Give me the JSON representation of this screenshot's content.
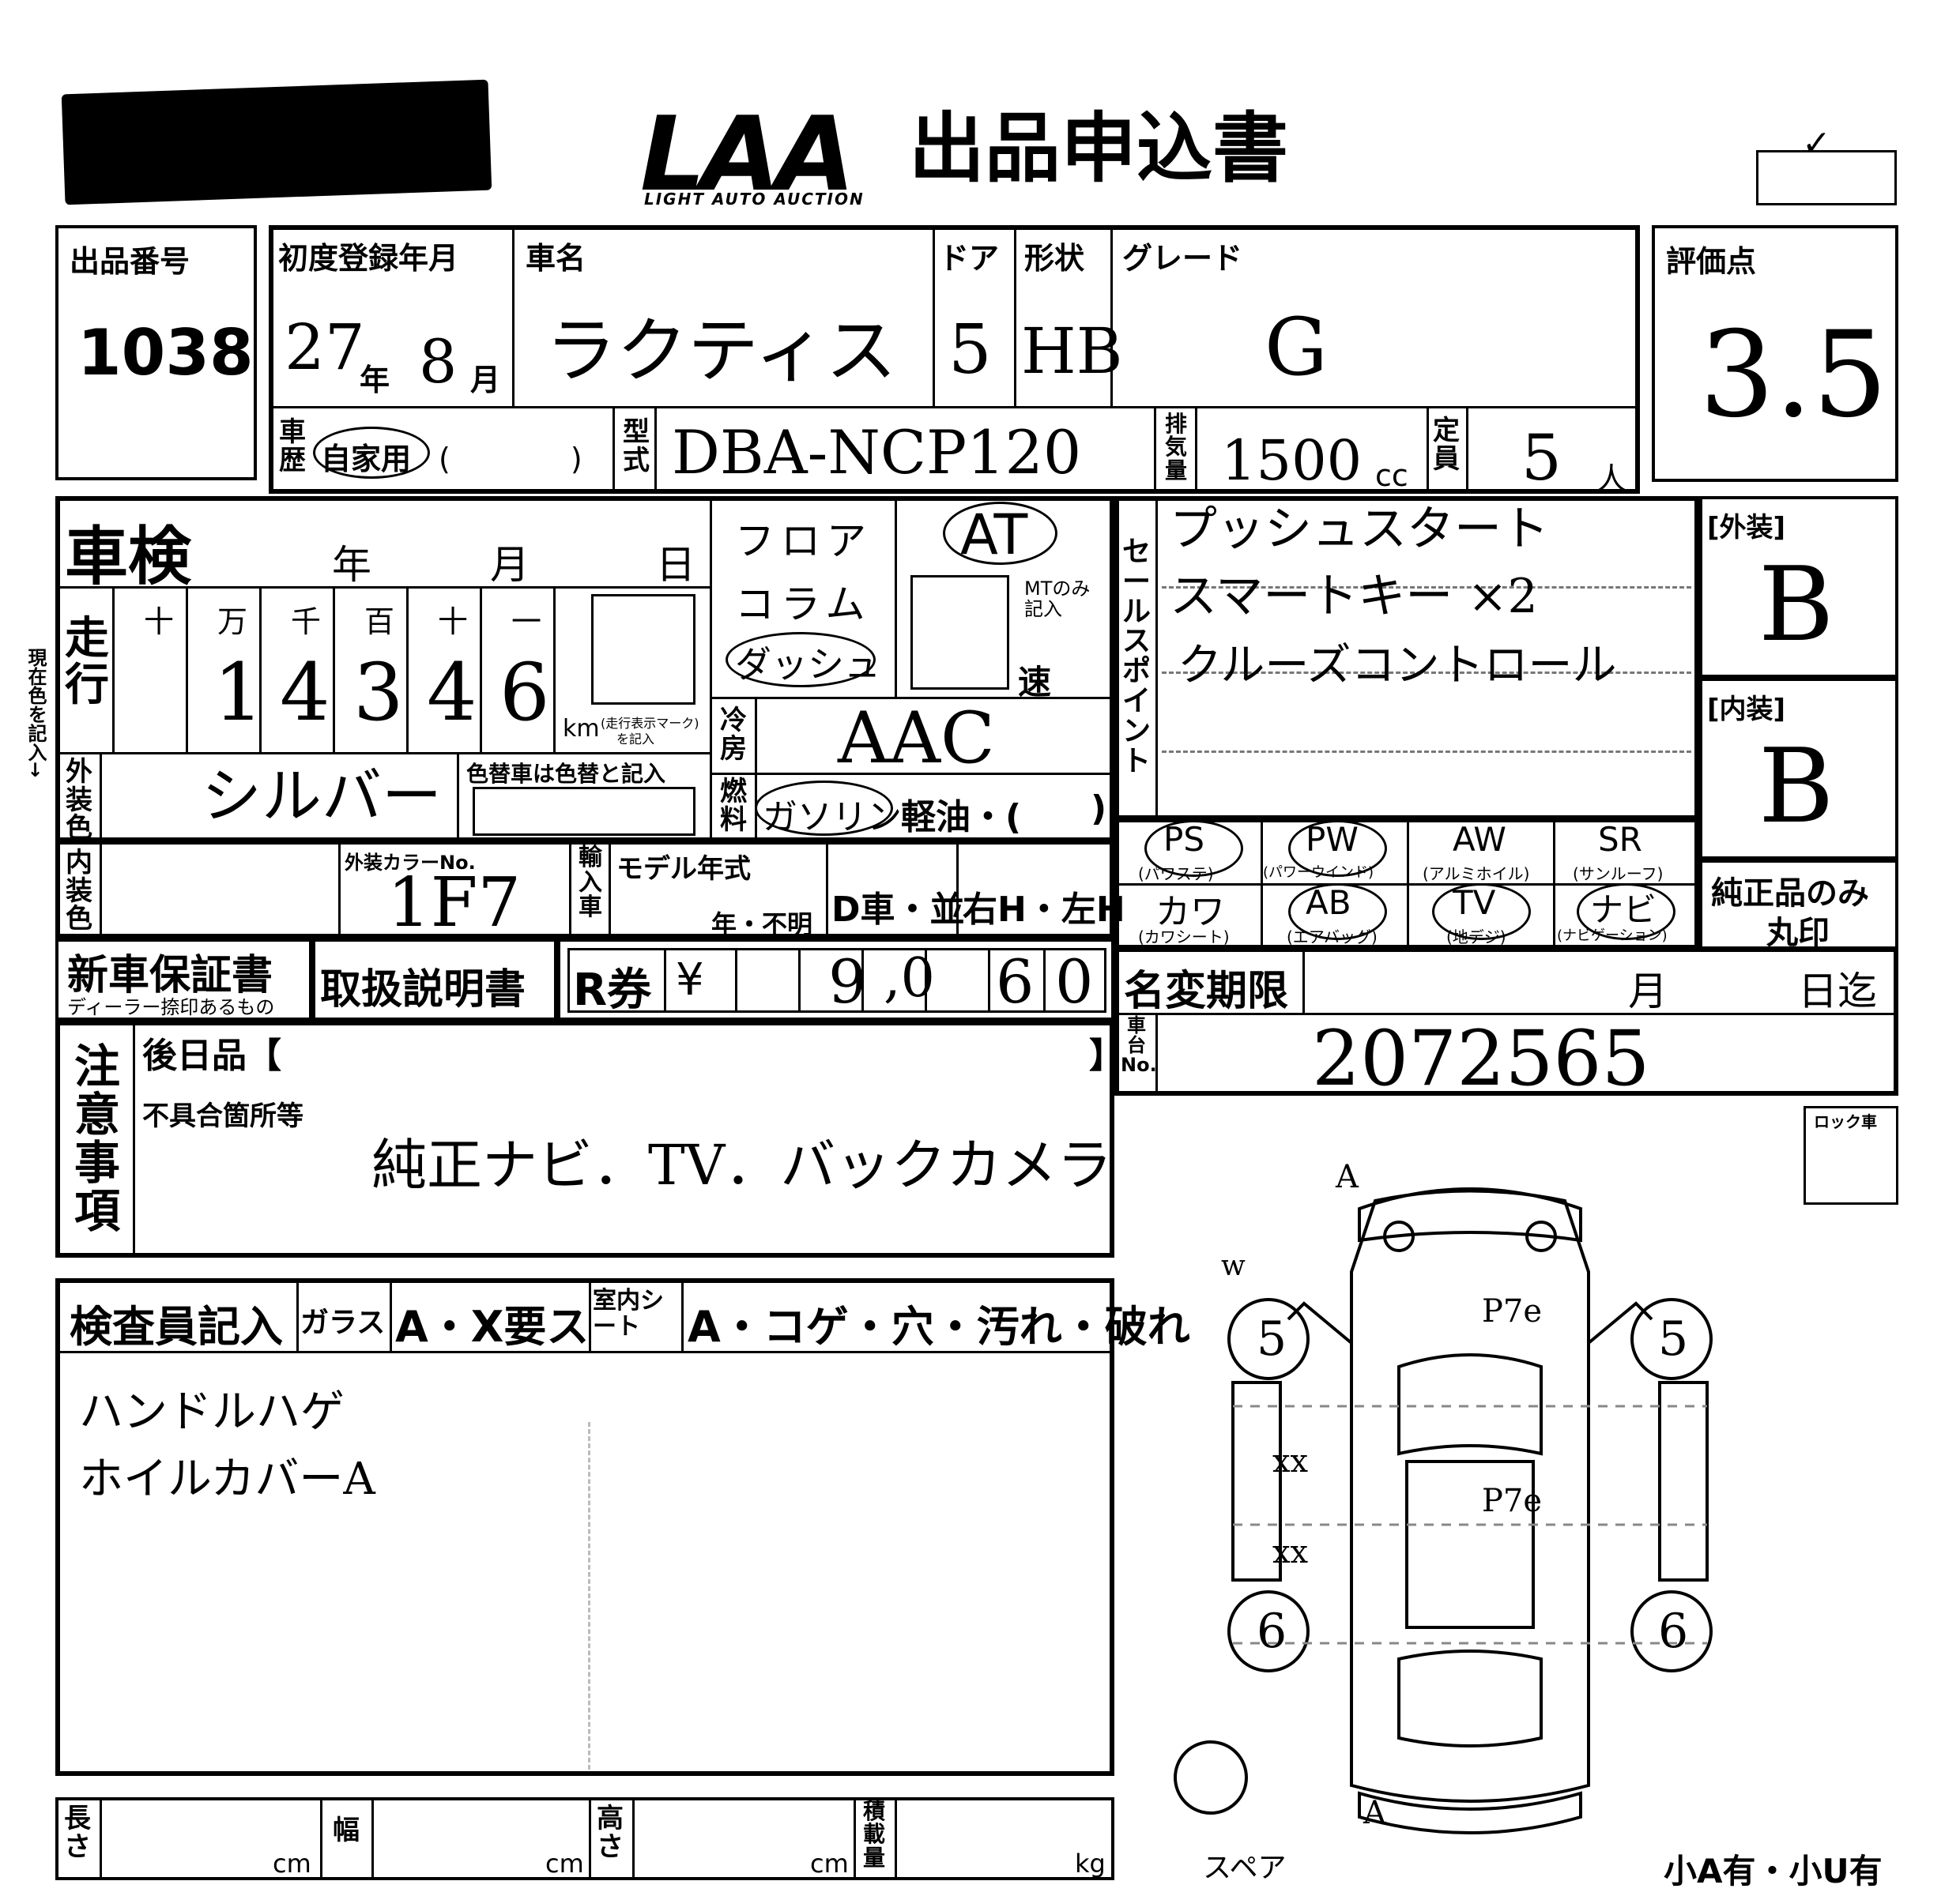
{
  "header": {
    "logo_text": "LAA",
    "logo_sub": "LIGHT AUTO AUCTION",
    "title": "出品申込書"
  },
  "lot": {
    "label": "出品番号",
    "value": "1038"
  },
  "reg": {
    "label": "初度登録年月",
    "year": "27",
    "year_unit": "年",
    "month": "8",
    "month_unit": "月"
  },
  "car": {
    "label": "車名",
    "value": "ラクティス"
  },
  "doors": {
    "label": "ドア",
    "value": "5"
  },
  "body": {
    "label": "形状",
    "value": "HB"
  },
  "grade": {
    "label": "グレード",
    "value": "G"
  },
  "score": {
    "label": "評価点",
    "value": "3.5"
  },
  "history": {
    "label": "車歴",
    "value": "自家用",
    "paren": "(　　　　)"
  },
  "model": {
    "label": "型式",
    "value": "DBA-NCP120"
  },
  "displacement": {
    "label": "排気量",
    "value": "1500",
    "unit": "cc"
  },
  "capacity": {
    "label": "定員",
    "value": "5",
    "unit": "人"
  },
  "inspection": {
    "label": "車検",
    "year": "年",
    "month": "月",
    "day": "日"
  },
  "mileage": {
    "label": "走行",
    "digit_labels": [
      "十",
      "万",
      "千",
      "百",
      "十",
      "一"
    ],
    "digits": [
      "1",
      "4",
      "3",
      "4",
      "6"
    ],
    "unit": "km",
    "note": "(走行表示マーク)",
    "note2": "を記入",
    "side_note": "現在色を記入→"
  },
  "shift": {
    "floor": "フロア",
    "column": "コラム",
    "dash": "ダッシュ",
    "value": "AT",
    "mt_note": "MTのみ記入",
    "speed": "速"
  },
  "ac": {
    "label": "冷房",
    "value": "AAC"
  },
  "fuel": {
    "label": "燃料",
    "gas": "ガソリン",
    "diesel": "軽油・(",
    "close": ")"
  },
  "exterior_color": {
    "label": "外装色",
    "value": "シルバー",
    "repaint_note": "色替車は色替と記入"
  },
  "interior_color": {
    "label": "内装色"
  },
  "color_no": {
    "label": "外装カラーNo.",
    "value": "1F7"
  },
  "import": {
    "label": "輸入車"
  },
  "model_year": {
    "label": "モデル年式",
    "value": "年・不明"
  },
  "dealer": {
    "value": "D車・並"
  },
  "handle": {
    "value": "右H・左H"
  },
  "sales_point": {
    "label": "セールスポイント",
    "lines": [
      "プッシュスタート",
      "スマートキー ×2",
      "クルーズコントロール"
    ]
  },
  "ext_grade": {
    "label": "[外装]",
    "value": "B"
  },
  "int_grade": {
    "label": "[内装]",
    "value": "B"
  },
  "options": [
    {
      "code": "PS",
      "sub": "(パワステ)"
    },
    {
      "code": "PW",
      "sub": "(パワーウインド)"
    },
    {
      "code": "AW",
      "sub": "(アルミホイル)"
    },
    {
      "code": "SR",
      "sub": "(サンルーフ)"
    },
    {
      "code": "カワ",
      "sub": "(カワシート)"
    },
    {
      "code": "AB",
      "sub": "(エアバッグ)"
    },
    {
      "code": "TV",
      "sub": "(地デジ)"
    },
    {
      "code": "ナビ",
      "sub": "(ナビゲーション)"
    }
  ],
  "genuine": {
    "line1": "純正品のみ",
    "line2": "丸印"
  },
  "warranty": {
    "label": "新車保証書",
    "sub": "ディーラー捺印あるもの"
  },
  "manual": {
    "label": "取扱説明書"
  },
  "recycle": {
    "label": "R券",
    "yen": "¥",
    "digits": [
      "9",
      ",0",
      "6",
      "0"
    ]
  },
  "name_change": {
    "label": "名変期限",
    "month": "月",
    "day": "日迄"
  },
  "chassis": {
    "label": "車台No.",
    "value": "2072565"
  },
  "notes": {
    "label": "注意事項",
    "later_label": "後日品【",
    "later_close": "】",
    "defect_label": "不具合箇所等",
    "defect_value": "純正ナビ．TV．バックカメラ"
  },
  "inspector": {
    "label": "検査員記入",
    "glass_label": "ガラス",
    "glass_value": "A・X要ス",
    "interior_label": "室内シート",
    "interior_value": "A・コゲ・穴・汚れ・破れ",
    "lines": [
      "ハンドルハゲ",
      "ホイルカバーA"
    ]
  },
  "lock": {
    "label": "ロック車"
  },
  "diagram": {
    "marks": {
      "front": "A",
      "w": "w",
      "roof1": "P7e",
      "roof2": "P7e",
      "xx1": "xx",
      "xx2": "xx",
      "rear": "A",
      "tire_fl": "5",
      "tire_fr": "5",
      "tire_rl": "6",
      "tire_rr": "6"
    },
    "spare": "スペア",
    "tools": "小A有・小U有"
  },
  "dims": {
    "length": "長さ",
    "width": "幅",
    "height": "高さ",
    "load": "積載量",
    "cm": "cm",
    "kg": "kg"
  }
}
